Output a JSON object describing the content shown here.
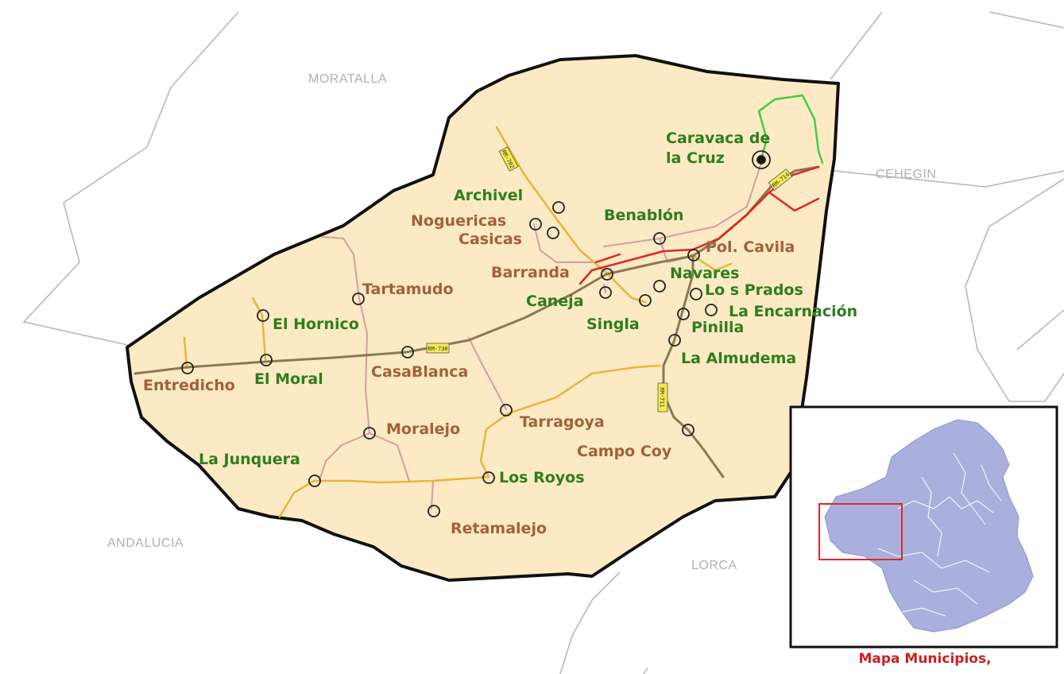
{
  "regions": [
    {
      "id": "moratalla",
      "name": "MORATALLA"
    },
    {
      "id": "cehegin",
      "name": "CEHEGIN"
    },
    {
      "id": "andalucia",
      "name": "ANDALUCIA"
    },
    {
      "id": "lorca",
      "name": "LORCA"
    }
  ],
  "towns": {
    "caravaca": {
      "name_line1": "Caravaca de",
      "name_line2": "la Cruz"
    },
    "archivel": {
      "name": "Archivel"
    },
    "noguericas": {
      "name": "Noguericas"
    },
    "casicas": {
      "name": "Casicas"
    },
    "benablon": {
      "name": "Benablón"
    },
    "pol_cavila": {
      "name": "Pol. Cavila"
    },
    "barranda": {
      "name": "Barranda"
    },
    "navares": {
      "name": "Navares"
    },
    "los_prados": {
      "name": "Lo s Prados"
    },
    "la_encarnacion": {
      "name": "La Encarnación"
    },
    "caneja": {
      "name": "Caneja"
    },
    "singla": {
      "name": "Singla"
    },
    "pinilla": {
      "name": "Pinilla"
    },
    "tartamudo": {
      "name": "Tartamudo"
    },
    "el_hornico": {
      "name": "El Hornico"
    },
    "la_almudema": {
      "name": "La Almudema"
    },
    "el_moral": {
      "name": "El Moral"
    },
    "casablanca": {
      "name": "CasaBlanca"
    },
    "entredicho": {
      "name": "Entredicho"
    },
    "tarragoya": {
      "name": "Tarragoya"
    },
    "moralejo": {
      "name": "Moralejo"
    },
    "campo_coy": {
      "name": "Campo Coy"
    },
    "la_junquera": {
      "name": "La Junquera"
    },
    "los_royos": {
      "name": "Los Royos"
    },
    "retamalejo": {
      "name": "Retamalejo"
    }
  },
  "road_labels": {
    "rm702": "RM-702",
    "rm714": "RM-714",
    "rm730": "RM-730",
    "rm711": "RM-711"
  },
  "inset": {
    "caption": "Mapa Municipios,"
  },
  "colors": {
    "municipality_fill": "#fbeac3",
    "border": "#111111",
    "neighbor_lines": "#b8b8b8",
    "road_main": "#8a7a52",
    "road_secondary_yellow": "#e8b53a",
    "road_local_pink": "#d99aa6",
    "road_red": "#e0262a",
    "road_green": "#45c94a",
    "label_green": "#2e7d1f",
    "label_brown": "#a0613e",
    "inset_region": "#a9b0dd",
    "inset_highlight": "#e0262a"
  }
}
